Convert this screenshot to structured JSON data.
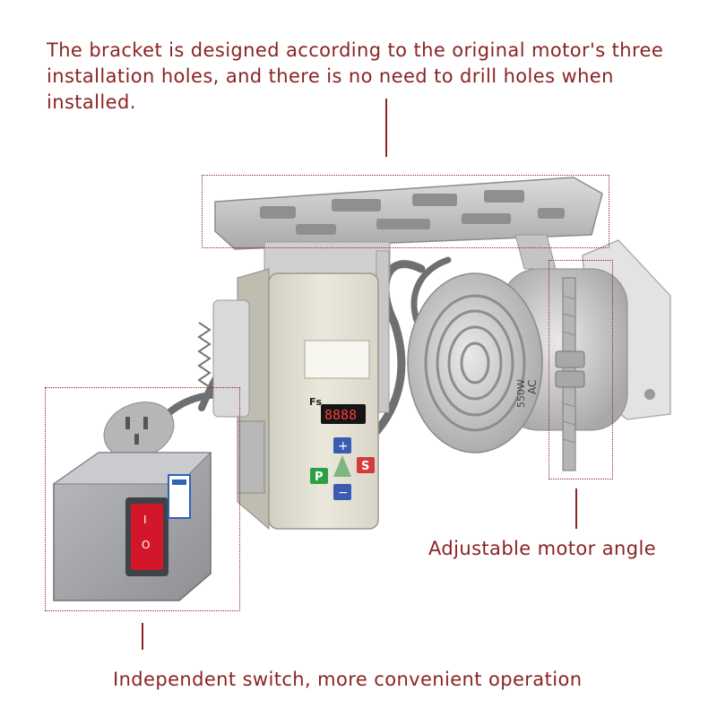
{
  "callouts": {
    "bracket": "The bracket is designed according to the original motor's three installation holes, and there is no need to drill holes when installed.",
    "angle": "Adjustable motor angle",
    "switch": "Independent switch, more convenient operation"
  },
  "controller": {
    "brand_mark": "Fs",
    "display_digits": "8888",
    "button_plus": "+",
    "button_minus": "−",
    "button_p": "P",
    "button_s": "S"
  },
  "motor_label": {
    "type": "AC",
    "power": "550W"
  },
  "switch_box": {
    "on_mark": "I",
    "off_mark": "O"
  },
  "colors": {
    "accent": "#8b2323",
    "metal": "#c9c9c9",
    "controller_body": "#e6e3d6",
    "switch_red": "#d3162a",
    "button_green": "#2ea043",
    "button_red": "#d73a3a",
    "button_blue": "#3b5bb0",
    "display_red": "#ff3b3b"
  }
}
